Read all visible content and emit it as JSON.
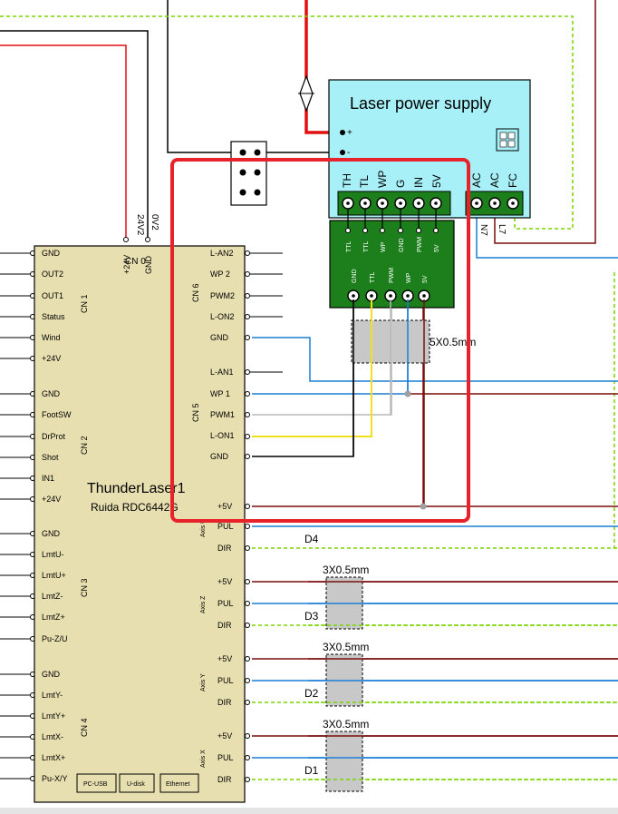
{
  "controller": {
    "name": "ThunderLaser1",
    "model": "Ruida RDC6442G",
    "cn0": {
      "label": "CN 0",
      "pins": [
        "+24V",
        "GND"
      ],
      "wires": [
        "24V2",
        "0V2"
      ]
    },
    "cn1": {
      "label": "CN 1",
      "pins": [
        "GND",
        "OUT2",
        "OUT1",
        "Status",
        "Wind",
        "+24V"
      ]
    },
    "cn2": {
      "label": "CN 2",
      "pins": [
        "GND",
        "FootSW",
        "DrProt",
        "Shot",
        "IN1",
        "+24V"
      ]
    },
    "cn3": {
      "label": "CN 3",
      "pins": [
        "GND",
        "LmtU-",
        "LmtU+",
        "LmtZ-",
        "LmtZ+",
        "Pu-Z/U"
      ]
    },
    "cn4": {
      "label": "CN 4",
      "pins": [
        "GND",
        "LmtY-",
        "LmtY+",
        "LmtX-",
        "LmtX+",
        "Pu-X/Y"
      ]
    },
    "cn6": {
      "label": "CN 6",
      "pins": [
        "L-AN2",
        "WP 2",
        "PWM2",
        "L-ON2"
      ]
    },
    "cn5": {
      "label": "CN 5",
      "pins": [
        "GND",
        "L-AN1",
        "WP 1",
        "PWM1",
        "L-ON1",
        "GND"
      ]
    },
    "axis_u": {
      "label": "Axis U",
      "pins": [
        "+5V",
        "PUL",
        "DIR"
      ]
    },
    "axis_z": {
      "label": "Axis Z",
      "pins": [
        "+5V",
        "PUL",
        "DIR"
      ]
    },
    "axis_y": {
      "label": "Axis Y",
      "pins": [
        "+5V",
        "PUL",
        "DIR"
      ]
    },
    "axis_x": {
      "label": "Axis X",
      "pins": [
        "+5V",
        "PUL",
        "DIR"
      ]
    },
    "ports": [
      "PC-USB",
      "U-disk",
      "Ethernet"
    ]
  },
  "psu": {
    "title": "Laser power supply",
    "plus": "+",
    "minus": "-",
    "pins": [
      "TH",
      "TL",
      "WP",
      "G",
      "IN",
      "5V"
    ],
    "ac_pins": [
      "AC",
      "AC",
      "FC"
    ],
    "ac_wires": [
      "N7",
      "L7"
    ]
  },
  "adapter": {
    "top_labels": [
      "TTL",
      "TTL",
      "WP",
      "GND",
      "PWM",
      "5V"
    ],
    "bottom_labels": [
      "GND",
      "TTL",
      "PWM",
      "WP",
      "5V"
    ]
  },
  "cables": {
    "five_core": "5X0.5mm",
    "three_core": "3X0.5mm"
  },
  "drivers": [
    "D4",
    "D3",
    "D2",
    "D1"
  ],
  "colors": {
    "controller_fill": "#e8dfb0",
    "psu_fill": "#a8f0f8",
    "adapter_fill": "#1c7f1c",
    "highlight": "#e8222a",
    "wire_red": "#e01010",
    "wire_maroon": "#7a0d0d",
    "wire_blue": "#1c7fd6",
    "wire_yellow": "#f0e020",
    "wire_green_dashed": "#7ad600",
    "cable_fill": "#c8c8c8"
  }
}
